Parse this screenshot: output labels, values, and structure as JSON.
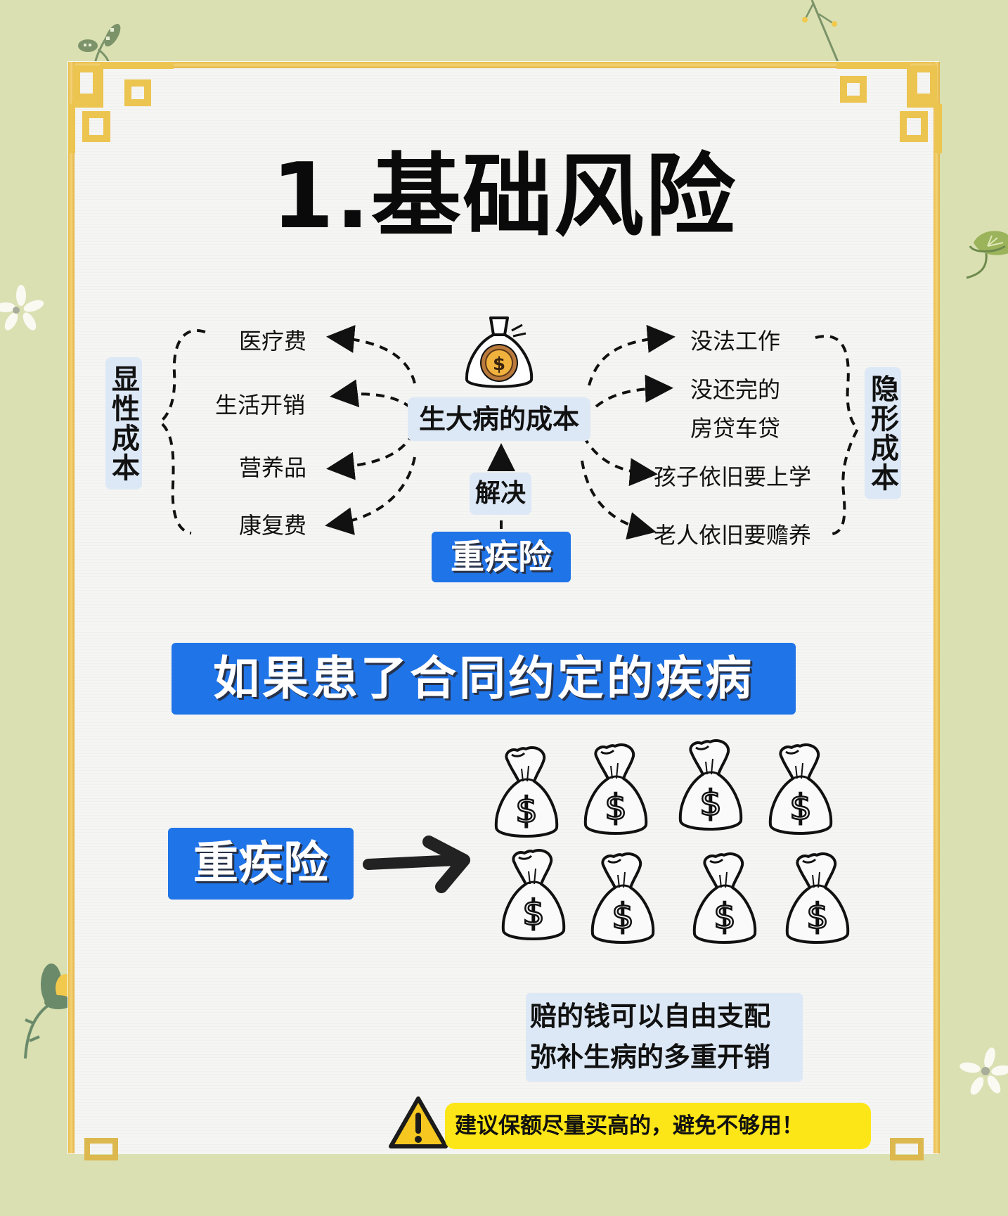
{
  "title": "1.基础风险",
  "diagram": {
    "center_label": "生大病的成本",
    "center_icon": "money-bag-coin-icon",
    "solve_label": "解决",
    "solution_label": "重疾险",
    "left_group": {
      "label": "显性成本",
      "items": [
        "医疗费",
        "生活开销",
        "营养品",
        "康复费"
      ]
    },
    "right_group": {
      "label": "隐形成本",
      "items": [
        "没法工作",
        "没还完的",
        "房贷车贷",
        "孩子依旧要上学",
        "老人依旧要赡养"
      ]
    }
  },
  "section2": {
    "banner": "如果患了合同约定的疾病",
    "product_label": "重疾险",
    "arrow_icon": "arrow-right-icon",
    "money_bag_count": 8,
    "benefit_line1": "赔的钱可以自由支配",
    "benefit_line2": "弥补生病的多重开销",
    "warning_icon": "warning-triangle-icon",
    "warning_text": "建议保额尽量买高的，避免不够用！"
  },
  "colors": {
    "background": "#dae0b2",
    "gold_frame": "#e8bd4a",
    "blue_accent": "#1f74e8",
    "light_blue_label": "#dde8f6",
    "yellow_warning": "#fde617"
  }
}
